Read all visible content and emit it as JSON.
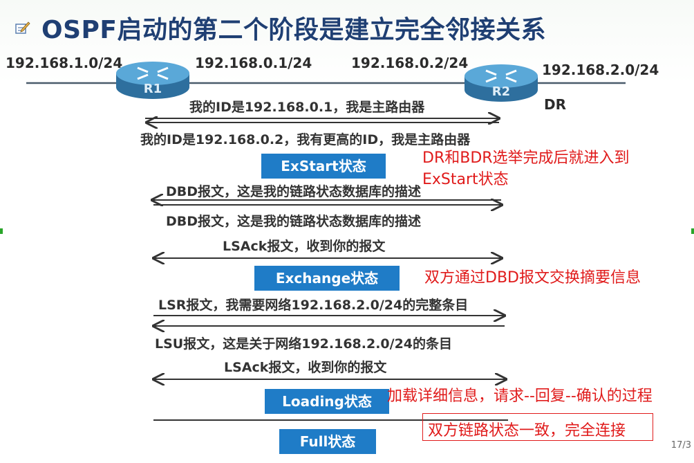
{
  "slide": {
    "title": "OSPF启动的第二个阶段是建立完全邻接关系",
    "page_number": "17/3"
  },
  "topology": {
    "net_left": "192.168.1.0/24",
    "link_r1": "192.168.0.1/24",
    "link_r2": "192.168.0.2/24",
    "net_right": "192.168.2.0/24",
    "router1": "R1",
    "router2": "R2",
    "r2_role": "DR"
  },
  "messages": [
    "我的ID是192.168.0.1，我是主路由器",
    "我的ID是192.168.0.2，我有更高的ID，我是主路由器",
    "DBD报文，这是我的链路状态数据库的描述",
    "DBD报文，这是我的链路状态数据库的描述",
    "LSAck报文，收到你的报文",
    "LSR报文，我需要网络192.168.2.0/24的完整条目",
    "LSU报文，这是关于网络192.168.2.0/24的条目",
    "LSAck报文，收到你的报文"
  ],
  "states": [
    "ExStart状态",
    "Exchange状态",
    "Loading状态",
    "Full状态"
  ],
  "notes": [
    "DR和BDR选举完成后就进入到",
    "ExStart状态",
    "双方通过DBD报文交换摘要信息",
    "加载详细信息，请求--回复--确认的过程",
    "双方链路状态一致，完全连接"
  ],
  "colors": {
    "title": "#1f3f73",
    "state_box": "#1f7cc7",
    "note_text": "#e01b1b",
    "router_body": "#3f8fc4"
  }
}
